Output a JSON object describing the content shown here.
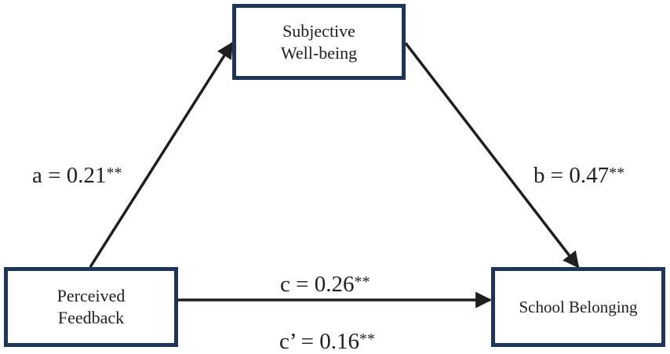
{
  "nodes": {
    "mediator": {
      "line1": "Subjective",
      "line2": "Well-being"
    },
    "predictor": {
      "line1": "Perceived",
      "line2": "Feedback"
    },
    "outcome": {
      "label": "School Belonging"
    }
  },
  "paths": {
    "a": {
      "text": "a = 0.21",
      "sig": "**",
      "value": 0.21
    },
    "b": {
      "text": "b = 0.47",
      "sig": "**",
      "value": 0.47
    },
    "c": {
      "text": "c = 0.26",
      "sig": "**",
      "value": 0.26
    },
    "c_prime": {
      "text": "c’ = 0.16",
      "sig": "**",
      "value": 0.16
    }
  },
  "colors": {
    "box_border": "#1c3559",
    "arrow": "#1f1f1f",
    "text": "#1f1f1f",
    "background": "#ffffff"
  }
}
